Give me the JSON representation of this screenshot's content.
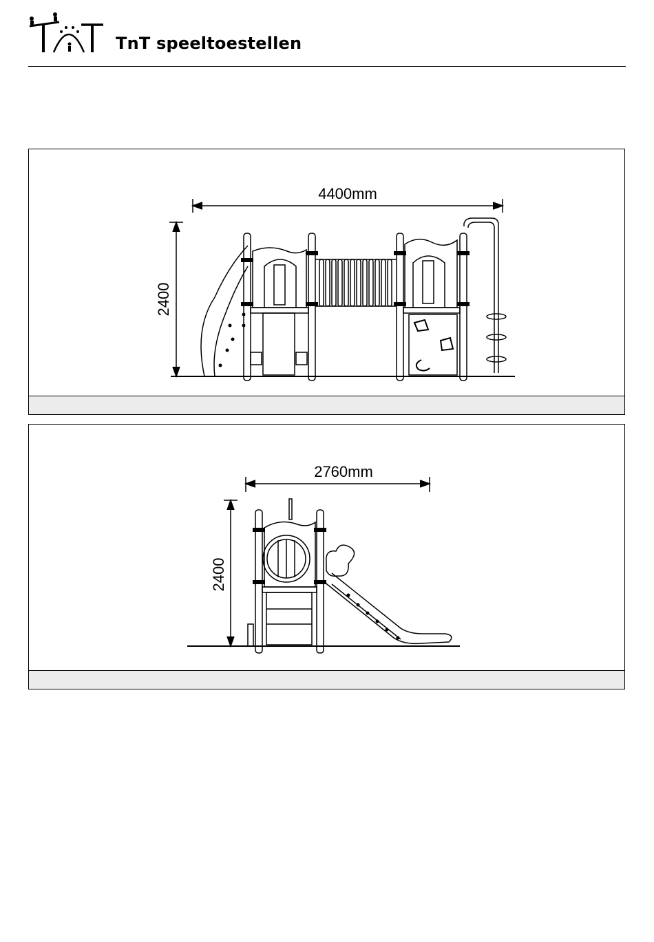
{
  "brand": {
    "logo_letters": "TnT",
    "name": "TnT speeltoestellen"
  },
  "views": [
    {
      "view": "front",
      "width_label": "4400mm",
      "height_label": "2400"
    },
    {
      "view": "side",
      "width_label": "2760mm",
      "height_label": "2400"
    }
  ],
  "icons": [
    "tnt-logo-icon",
    "playground-front-elevation-drawing",
    "playground-side-elevation-drawing"
  ]
}
